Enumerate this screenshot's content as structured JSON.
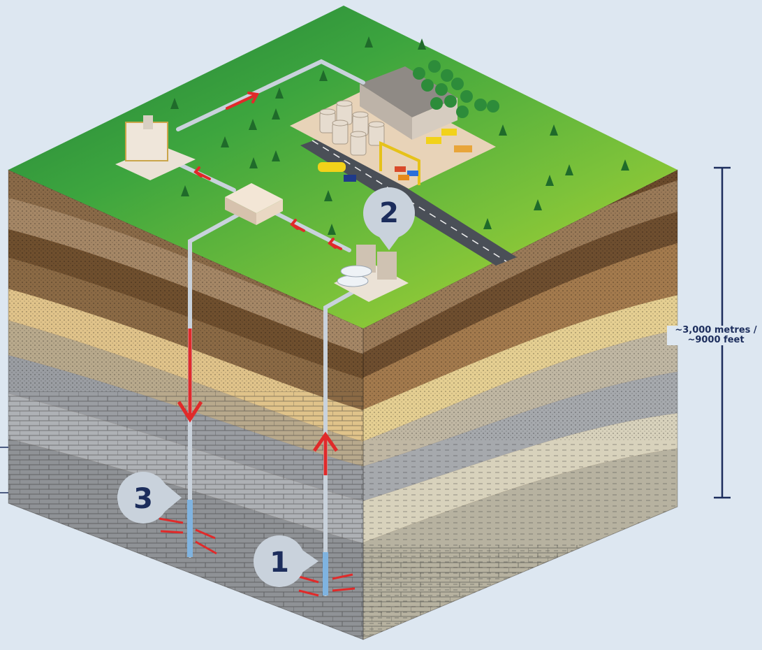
{
  "depth_annotation": {
    "line1": "~3,000 metres /",
    "line2": "~9000 feet"
  },
  "markers": [
    {
      "id": "injection-well-marker",
      "number": "3"
    },
    {
      "id": "surface-facility-marker",
      "number": "2"
    },
    {
      "id": "production-well-marker",
      "number": "1"
    }
  ],
  "colors": {
    "background": "#dde7f1",
    "navy": "#1c2d5c",
    "grass": "#3a9b3a",
    "flow_arrow": "#e02a2a",
    "pipe": "#c9d2dc"
  },
  "icons": [
    "tree-icon",
    "building-icon",
    "storage-tank-icon",
    "truck-icon",
    "crane-icon",
    "pipeline-icon",
    "flow-arrow-icon"
  ]
}
